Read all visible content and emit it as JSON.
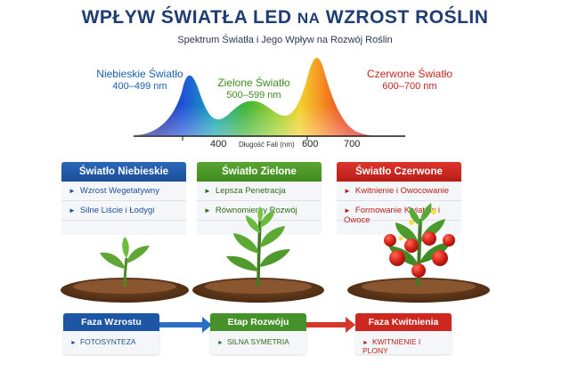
{
  "title": {
    "main_a": "WPŁYW ŚWIATŁA LED",
    "main_b": "NA",
    "main_c": "WZROST ROŚLIN"
  },
  "subtitle": "Spektrum Światła i Jego Wpływ na Rozwój Roślin",
  "spectrum": {
    "blue": {
      "name": "Niebieskie Światło",
      "range": "400–499 nm",
      "color": "#1c5fae"
    },
    "green": {
      "name": "Zielone Światło",
      "range": "500–599 nm",
      "color": "#3f8a1d"
    },
    "red": {
      "name": "Czerwone Światło",
      "range": "600–700 nm",
      "color": "#c5271f"
    },
    "ticks": [
      "400",
      "600",
      "700"
    ],
    "axis_label": "Długość Fali (nm)"
  },
  "panels": [
    {
      "title": "Światło Niebieskie",
      "items": [
        "Wzrost Wegetatywny",
        "Silne Liście i Łodygi"
      ]
    },
    {
      "title": "Światło Zielone",
      "items": [
        "Lepsza Penetracja",
        "Równomierny Rozwój"
      ]
    },
    {
      "title": "Światło Czerwone",
      "items": [
        "Kwitnienie i Owocowanie",
        "Formowanie Kwiatów i Owoce"
      ]
    }
  ],
  "phases": [
    {
      "title": "Faza Wzrostu",
      "item": "FOTOSYNTEZA"
    },
    {
      "title": "Etap Rozwóju",
      "item": "SILNA SYMETRIA"
    },
    {
      "title": "Faza Kwitnienia",
      "item": "KWITNIENIE I PLONY"
    }
  ],
  "bullet": "►"
}
